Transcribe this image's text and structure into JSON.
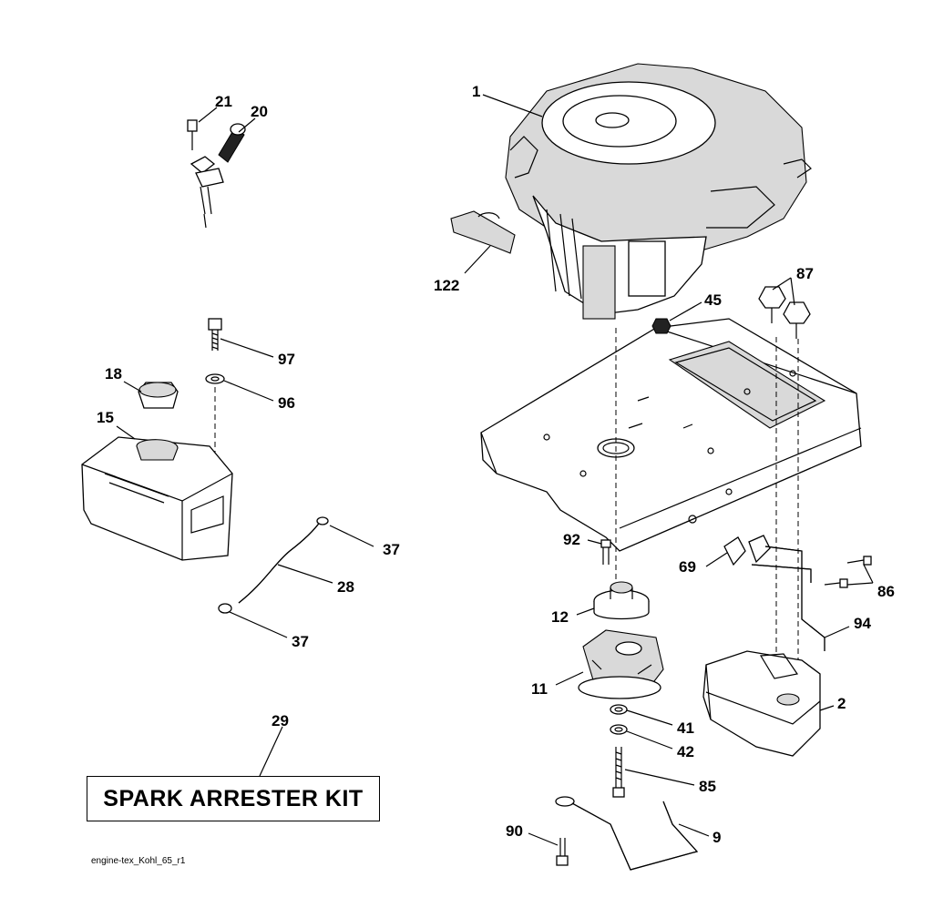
{
  "diagram": {
    "callouts": [
      "1",
      "20",
      "21",
      "122",
      "45",
      "87",
      "97",
      "96",
      "18",
      "15",
      "37",
      "28",
      "37",
      "92",
      "69",
      "86",
      "12",
      "94",
      "11",
      "2",
      "41",
      "42",
      "85",
      "29",
      "90",
      "9"
    ],
    "kit_label": "SPARK ARRESTER KIT",
    "footer": "engine-tex_Kohl_65_r1"
  }
}
